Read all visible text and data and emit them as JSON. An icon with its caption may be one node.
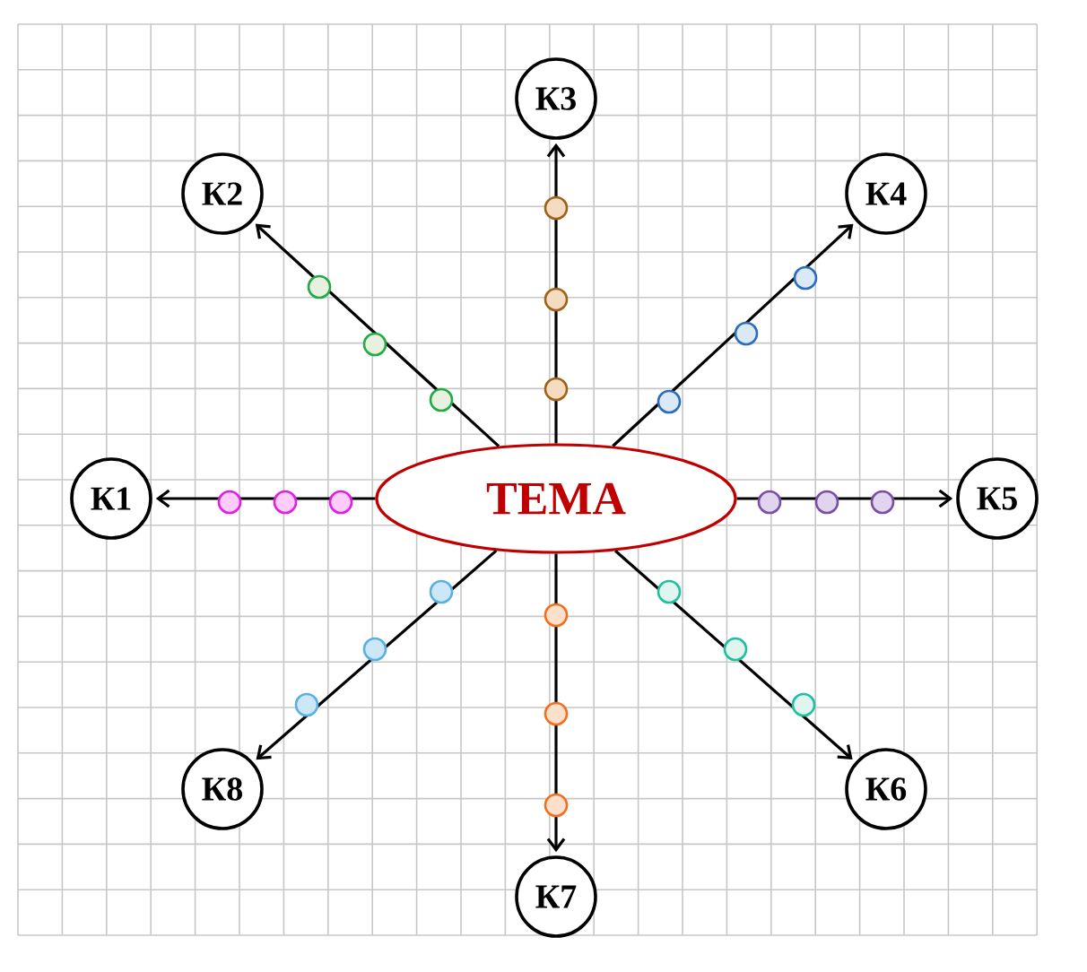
{
  "diagram": {
    "nodes": [
      {
        "text": [
          "ТЕМА"
        ]
      },
      {
        "text": [
          "К1"
        ]
      },
      {
        "text": [
          "К2"
        ]
      },
      {
        "text": [
          "К3"
        ]
      },
      {
        "text": [
          "К4"
        ]
      },
      {
        "text": [
          "К5"
        ]
      },
      {
        "text": [
          "К6"
        ]
      },
      {
        "text": [
          "К7"
        ]
      },
      {
        "text": [
          "К8"
        ]
      }
    ],
    "edges": [
      {
        "from": 0,
        "to": 1,
        "arrow": "to"
      },
      {
        "from": 0,
        "to": 2,
        "arrow": "to"
      },
      {
        "from": 0,
        "to": 3,
        "arrow": "to"
      },
      {
        "from": 0,
        "to": 4,
        "arrow": "to"
      },
      {
        "from": 0,
        "to": 5,
        "arrow": "to"
      },
      {
        "from": 0,
        "to": 6,
        "arrow": "to"
      },
      {
        "from": 0,
        "to": 7,
        "arrow": "to"
      },
      {
        "from": 0,
        "to": 8,
        "arrow": "to"
      }
    ]
  }
}
